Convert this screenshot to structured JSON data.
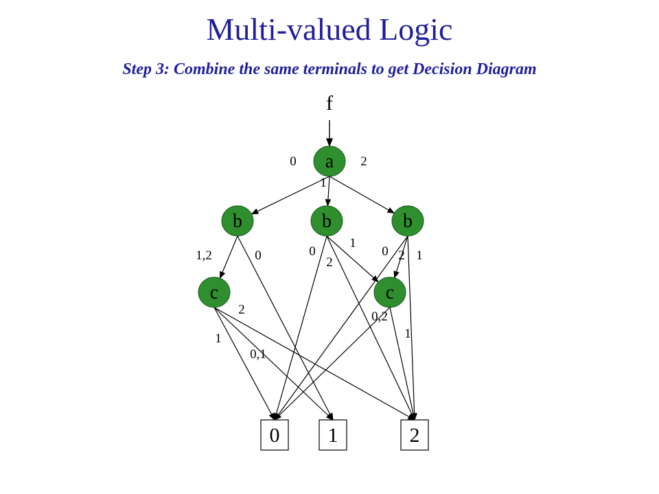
{
  "title": "Multi-valued Logic",
  "subtitle": "Step 3: Combine the same terminals to get Decision Diagram",
  "colors": {
    "title": "#1f1f9c",
    "node_fill": "#2f8f2f",
    "line": "#000000"
  },
  "diagram": {
    "root_label": "f",
    "nodes": [
      {
        "id": "a",
        "label": "a"
      },
      {
        "id": "b1",
        "label": "b"
      },
      {
        "id": "b2",
        "label": "b"
      },
      {
        "id": "b3",
        "label": "b"
      },
      {
        "id": "c1",
        "label": "c"
      },
      {
        "id": "c2",
        "label": "c"
      }
    ],
    "terminals": [
      {
        "id": "t0",
        "label": "0"
      },
      {
        "id": "t1",
        "label": "1"
      },
      {
        "id": "t2",
        "label": "2"
      }
    ],
    "edges": [
      {
        "from": "a",
        "to": "b1",
        "label": "0"
      },
      {
        "from": "a",
        "to": "b2",
        "label": "1"
      },
      {
        "from": "a",
        "to": "b3",
        "label": "2"
      },
      {
        "from": "b1",
        "to": "c1",
        "label": "1,2"
      },
      {
        "from": "b1",
        "to": "t1",
        "label": "0"
      },
      {
        "from": "b2",
        "to": "t0",
        "label": "0"
      },
      {
        "from": "b2",
        "to": "c2",
        "label": "1"
      },
      {
        "from": "b2",
        "to": "t2",
        "label": "2"
      },
      {
        "from": "b3",
        "to": "t0",
        "label": "0"
      },
      {
        "from": "b3",
        "to": "c2",
        "label": "2"
      },
      {
        "from": "b3",
        "to": "t2",
        "label": "1"
      },
      {
        "from": "c1",
        "to": "t2",
        "label": "2"
      },
      {
        "from": "c1",
        "to": "t0",
        "label": "1"
      },
      {
        "from": "c1",
        "to": "t1",
        "label": "0,1"
      },
      {
        "from": "c2",
        "to": "t0",
        "label": "0,2"
      },
      {
        "from": "c2",
        "to": "t2",
        "label": "1"
      }
    ]
  }
}
